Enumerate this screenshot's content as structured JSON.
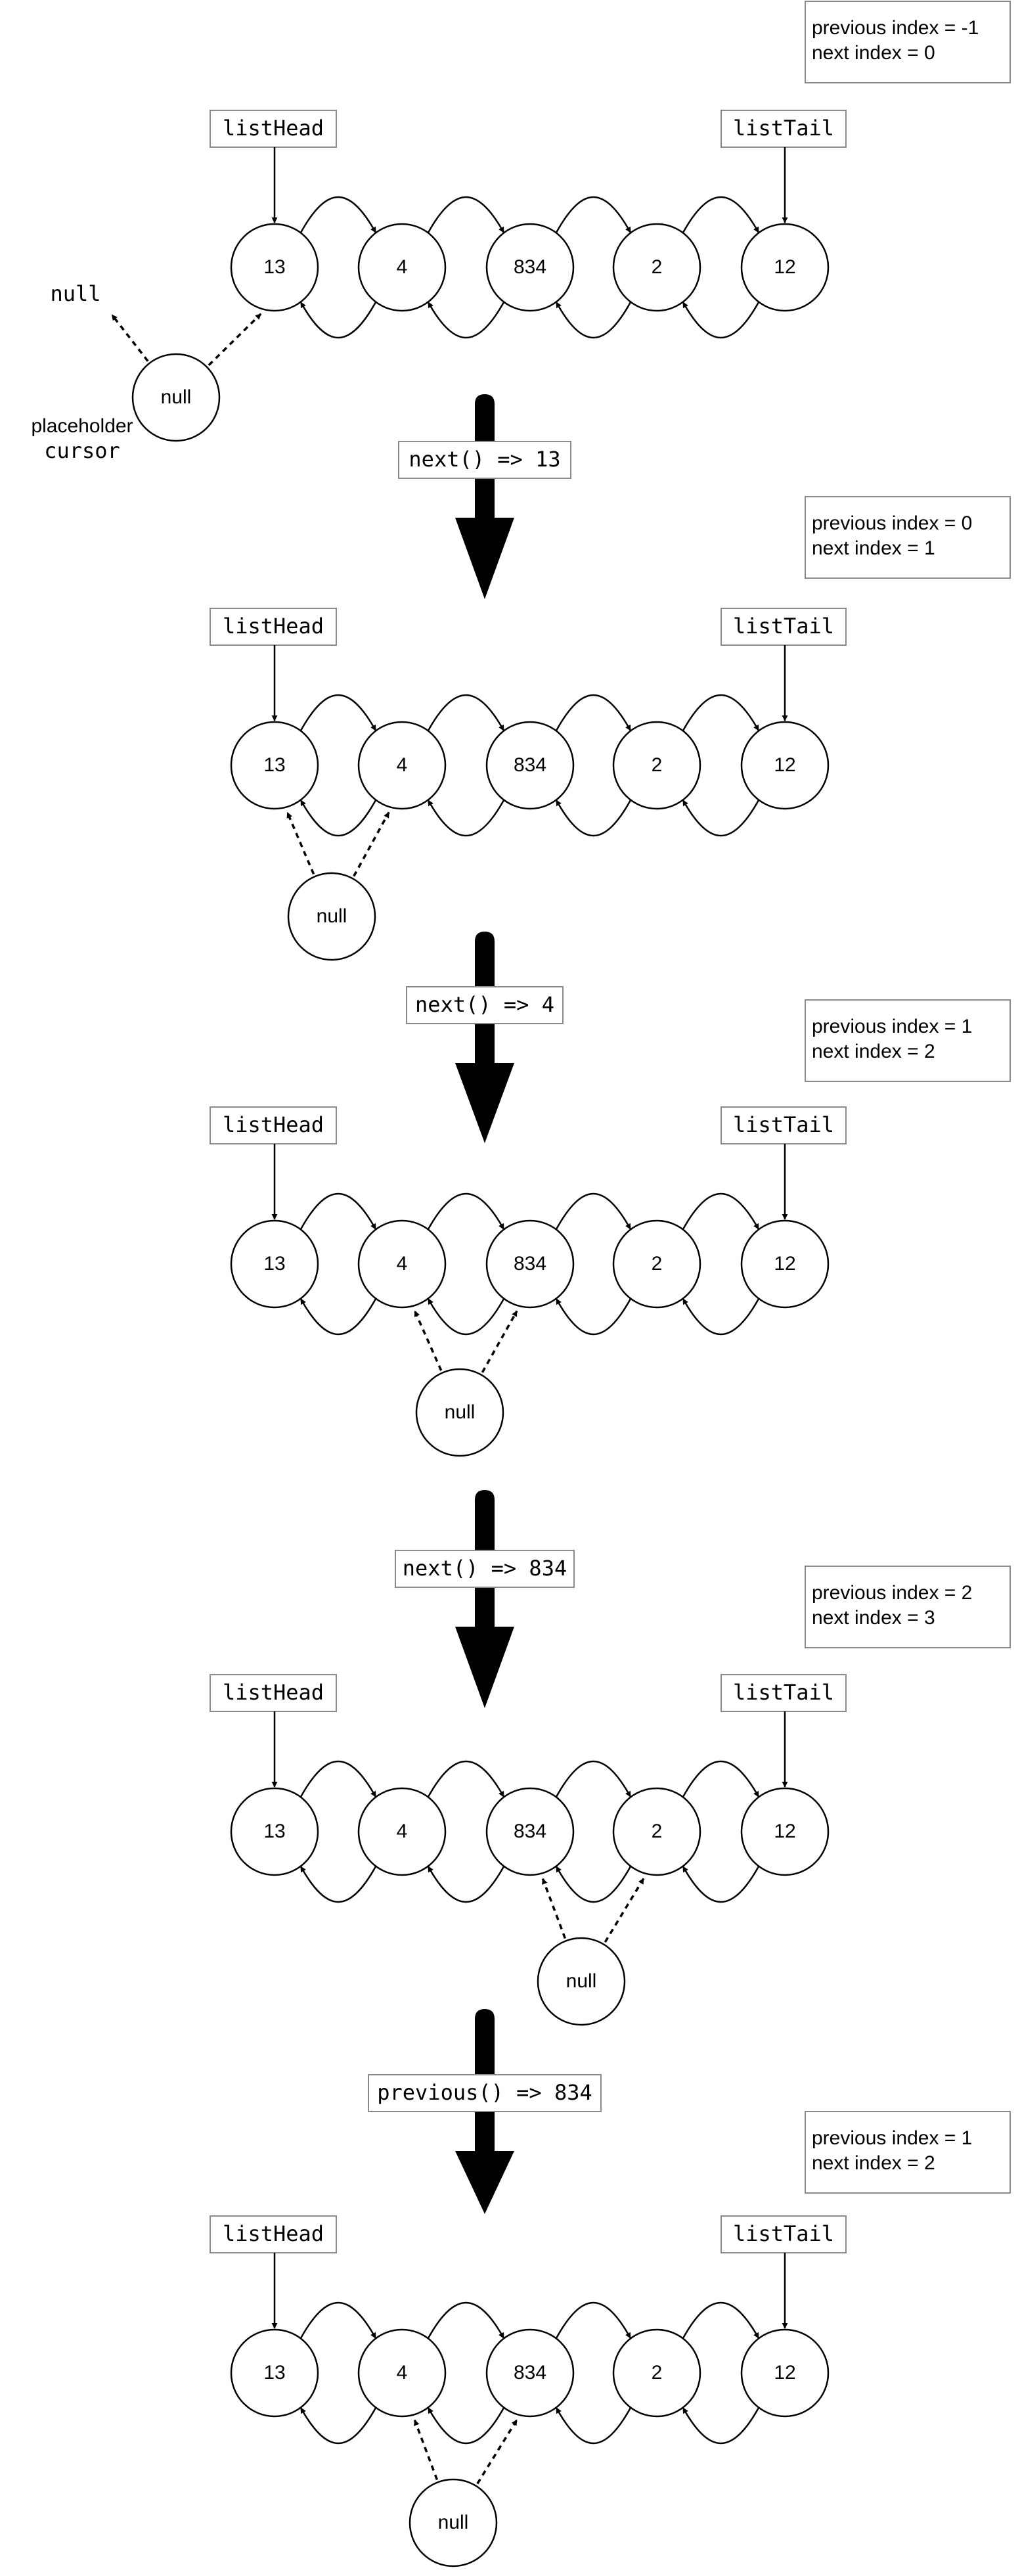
{
  "labels": {
    "list_head": "listHead",
    "list_tail": "listTail",
    "null_node": "null",
    "placeholder_line1": "placeholder",
    "placeholder_line2": "cursor",
    "null_target": "null"
  },
  "nodes": [
    "13",
    "4",
    "834",
    "2",
    "12"
  ],
  "panels": [
    {
      "index_text": [
        "previous index = -1",
        "next index = 0"
      ],
      "cursor_between": [
        -1,
        0
      ]
    },
    {
      "index_text": [
        "previous index = 0",
        "next index = 1"
      ],
      "cursor_between": [
        0,
        1
      ]
    },
    {
      "index_text": [
        "previous index = 1",
        "next index = 2"
      ],
      "cursor_between": [
        1,
        2
      ]
    },
    {
      "index_text": [
        "previous index = 2",
        "next index = 3"
      ],
      "cursor_between": [
        2,
        3
      ]
    },
    {
      "index_text": [
        "previous index = 1",
        "next index = 2"
      ],
      "cursor_between": [
        1,
        2
      ]
    }
  ],
  "transitions": [
    "next() => 13",
    "next() => 4",
    "next() => 834",
    "previous() => 834"
  ],
  "colors": {
    "stroke": "#000000",
    "box_border": "#8a8a8a",
    "background": "#ffffff"
  }
}
